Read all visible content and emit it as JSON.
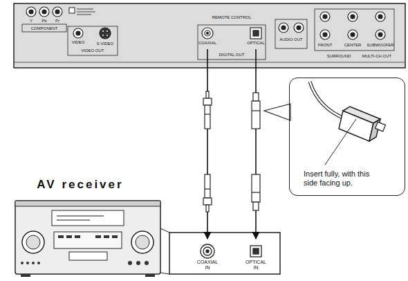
{
  "diagram": {
    "nodes": [
      {
        "text": [
          "COAXIAL"
        ]
      },
      {
        "text": [
          "OPTICAL"
        ]
      },
      {
        "text": [
          "COAXIAL IN"
        ]
      },
      {
        "text": [
          "OPTICAL IN"
        ]
      },
      {
        "text": [
          "Insert fully, with this side facing up."
        ]
      }
    ],
    "edges": [
      {
        "from": 0,
        "to": 2,
        "arrow": "to"
      },
      {
        "from": 1,
        "to": 3,
        "arrow": "to"
      }
    ],
    "labels": [
      "Y",
      "Pb",
      "Pr",
      "COMPONENT",
      "VIDEO",
      "S VIDEO",
      "VIDEO OUT",
      "REMOTE CONTROL",
      "DIGITAL OUT",
      "AUDIO OUT",
      "FRONT",
      "CENTER",
      "SUBWOOFER",
      "SURROUND",
      "MULTI-CH OUT",
      "AV receiver"
    ]
  }
}
